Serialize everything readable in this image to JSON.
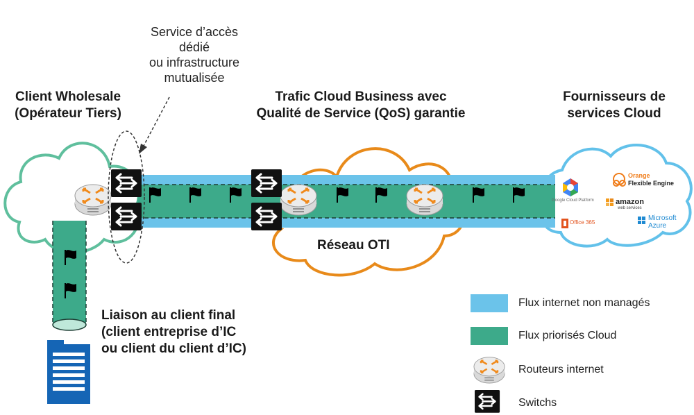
{
  "annotation": {
    "lines": [
      "Service d’accès",
      "dédié",
      "ou infrastructure",
      "mutualisée"
    ]
  },
  "headers": {
    "client_wholesale": [
      "Client Wholesale",
      "(Opérateur Tiers)"
    ],
    "trafic": [
      "Trafic Cloud Business avec",
      "Qualité de Service (QoS) garantie"
    ],
    "fournisseurs": [
      "Fournisseurs de",
      "services Cloud"
    ]
  },
  "network_label": "Réseau OTI",
  "liaison": [
    "Liaison au client final",
    "(client entreprise d’IC",
    "ou client du client d’IC)"
  ],
  "providers": {
    "google": "Google Cloud Platform",
    "orange_brand": "Orange",
    "orange_product": "Flexible Engine",
    "amazon": "amazon",
    "amazon_sub": "web services",
    "microsoft": "Microsoft",
    "azure": "Azure",
    "office": "Office 365"
  },
  "legend": [
    {
      "label": "Flux internet non managés",
      "icon": "blue-flow-swatch",
      "color": "#6bc3ea"
    },
    {
      "label": "Flux priorisés Cloud",
      "icon": "green-flow-swatch",
      "color": "#3daa8a"
    },
    {
      "label": "Routeurs internet",
      "icon": "router-icon"
    },
    {
      "label": "Switchs",
      "icon": "switch-icon"
    }
  ],
  "colors": {
    "internet_flow": "#6bc3ea",
    "cloud_flow": "#3daa8a",
    "oti_cloud_border": "#e88a1a",
    "client_cloud_border": "#5fbf9d",
    "provider_cloud_border": "#62c1ea",
    "building": "#1565b5"
  }
}
